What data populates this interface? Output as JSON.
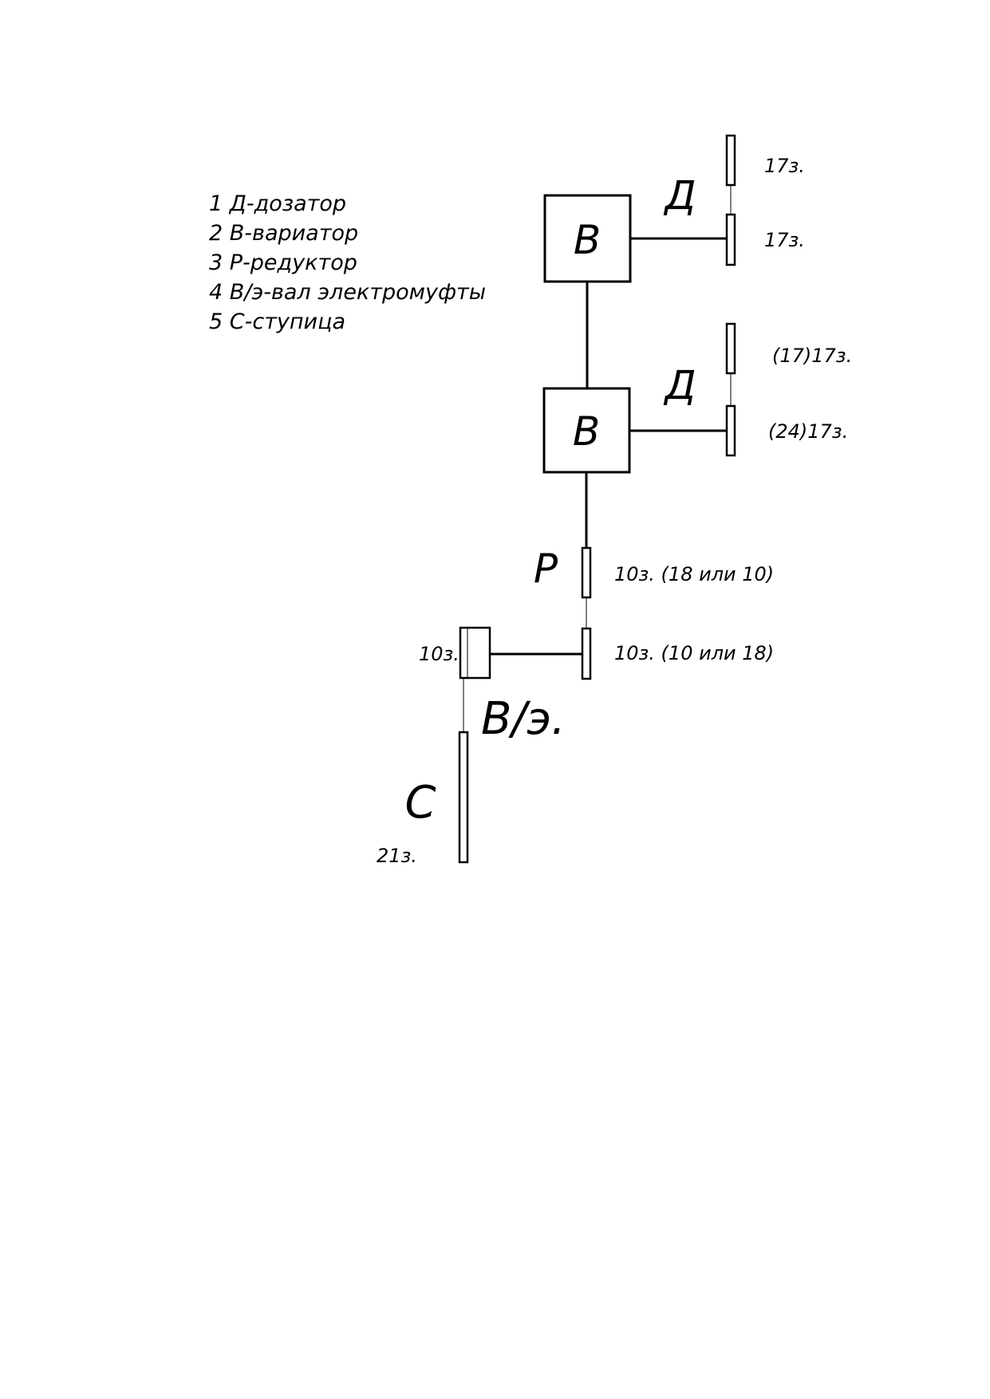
{
  "legend": [
    "1  Д-дозатор",
    "2  В-вариатор",
    "3  Р-редуктор",
    "4  В/э-вал электромуфты",
    "5  С-ступица"
  ],
  "blocks": {
    "variator_top": "В",
    "variator_bottom": "В"
  },
  "letters": {
    "doser_top": "Д",
    "doser_bottom": "Д",
    "reducer": "Р",
    "clutch_shaft": "В/э.",
    "hub": "С"
  },
  "gear_labels": {
    "doser_top_upper": "17з.",
    "doser_top_lower": "17з.",
    "doser_bottom_upper": "(17)17з.",
    "doser_bottom_lower": "(24)17з.",
    "reducer_upper": "10з. (18 или 10)",
    "reducer_lower": "10з. (10 или 18)",
    "clutch_gear": "10з.",
    "hub_gear": "21з."
  }
}
